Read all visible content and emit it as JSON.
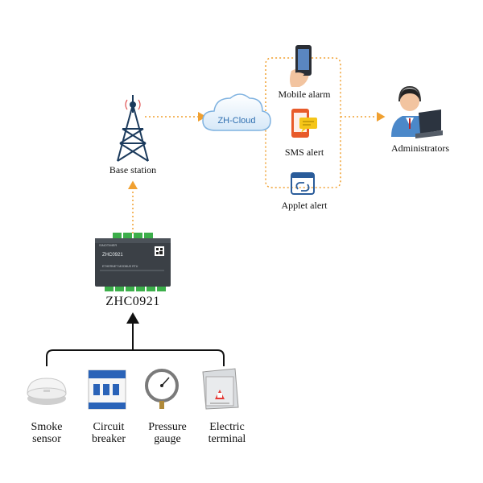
{
  "nodes": {
    "base_station": "Base station",
    "cloud": "ZH-Cloud",
    "mobile_alarm": "Mobile alarm",
    "sms_alert": "SMS alert",
    "applet_alert": "Applet alert",
    "administrators": "Administrators",
    "device_name": "ZHC0921",
    "device_brand": "SINOTIMER",
    "device_model": "ZHC0921",
    "device_sub": "ETHERNET  MODBUS RTU"
  },
  "sensors": [
    {
      "line1": "Smoke",
      "line2": "sensor",
      "icon": "smoke-sensor-icon"
    },
    {
      "line1": "Circuit",
      "line2": "breaker",
      "icon": "circuit-breaker-icon"
    },
    {
      "line1": "Pressure",
      "line2": "gauge",
      "icon": "pressure-gauge-icon"
    },
    {
      "line1": "Electric",
      "line2": "terminal",
      "icon": "electric-terminal-icon"
    }
  ],
  "colors": {
    "dotted_arrow": "#f0a030",
    "solid_line": "#111111",
    "cloud_fill": "#e8f2fb",
    "cloud_stroke": "#7fb2e0",
    "cloud_text": "#2f6fb0"
  }
}
